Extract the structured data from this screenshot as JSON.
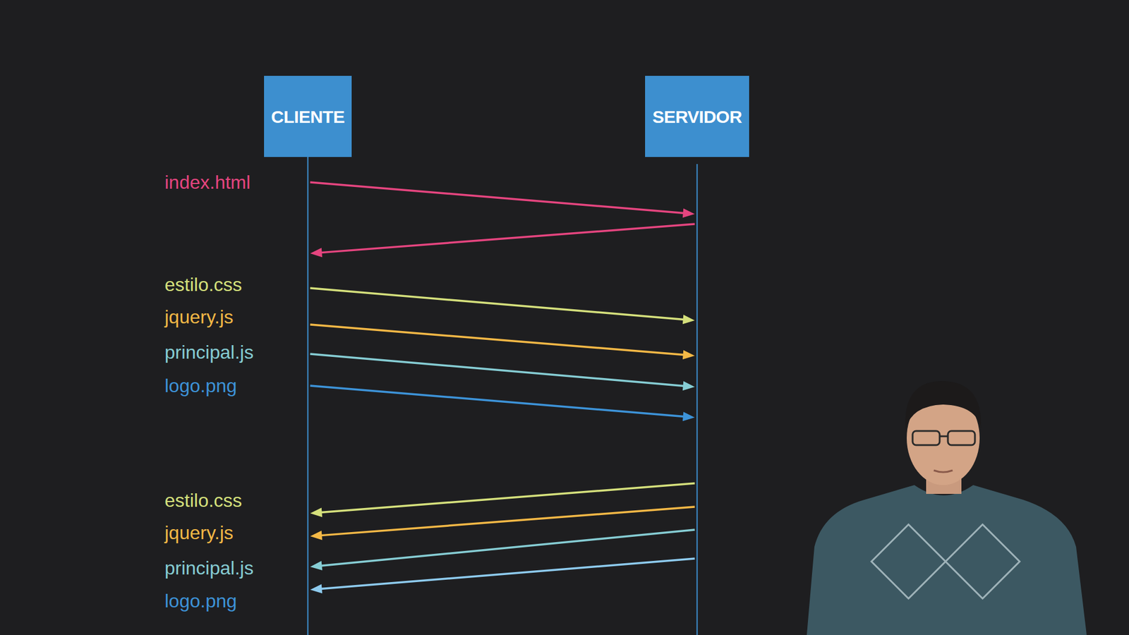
{
  "diagram": {
    "nodes": [
      {
        "text": [
          "CLIENTE"
        ]
      },
      {
        "text": [
          "SERVIDOR"
        ]
      }
    ],
    "edges": [
      {
        "from": 0,
        "to": 1,
        "arrow": "to",
        "label": "index.html"
      },
      {
        "from": 1,
        "to": 0,
        "arrow": "to"
      },
      {
        "from": 0,
        "to": 1,
        "arrow": "to",
        "label": "estilo.css"
      },
      {
        "from": 0,
        "to": 1,
        "arrow": "to",
        "label": "jquery.js"
      },
      {
        "from": 0,
        "to": 1,
        "arrow": "to",
        "label": "principal.js"
      },
      {
        "from": 0,
        "to": 1,
        "arrow": "to",
        "label": "logo.png"
      },
      {
        "from": 1,
        "to": 0,
        "arrow": "to",
        "label": "estilo.css"
      },
      {
        "from": 1,
        "to": 0,
        "arrow": "to",
        "label": "jquery.js"
      },
      {
        "from": 1,
        "to": 0,
        "arrow": "to",
        "label": "principal.js"
      },
      {
        "from": 1,
        "to": 0,
        "arrow": "to",
        "label": "logo.png"
      }
    ]
  }
}
